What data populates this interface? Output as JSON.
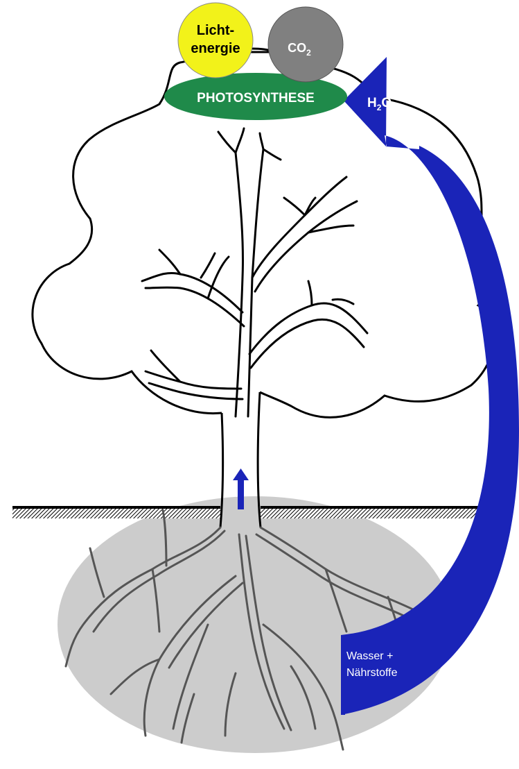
{
  "labels": {
    "light_line1": "Licht-",
    "light_line2": "energie",
    "co2_main": "CO",
    "co2_sub": "2",
    "photosynthesis": "PHOTOSYNTHESE",
    "h2o_h": "H",
    "h2o_sub": "2",
    "h2o_o": "O",
    "water_line1": "Wasser +",
    "water_line2": "Nährstoffe"
  },
  "colors": {
    "light_circle": "#f2f21a",
    "co2_circle": "#808080",
    "photosynthesis_fill": "#1f8a4a",
    "arrow_blue": "#1a24b8",
    "root_zone": "#cccccc",
    "outline": "#000000"
  }
}
